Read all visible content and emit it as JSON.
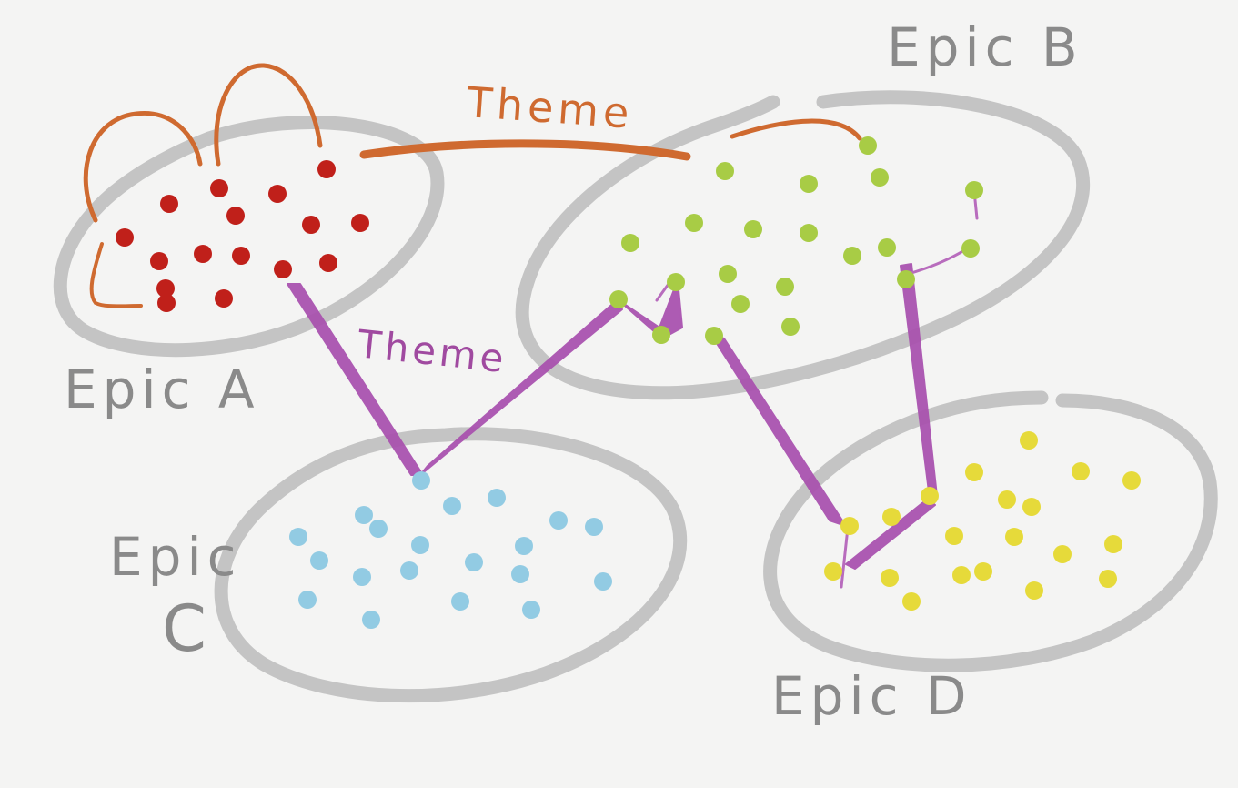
{
  "colors": {
    "background": "#f4f4f3",
    "epic_outline": "#c4c4c4",
    "epic_a_dots": "#c0201a",
    "epic_b_dots": "#a8cc45",
    "epic_c_dots": "#92cbe3",
    "epic_d_dots": "#e6da3a",
    "theme_orange": "#cf6a30",
    "theme_purple": "#a84fae",
    "label_grey": "#8a8a8a"
  },
  "epics": [
    {
      "id": "a",
      "label": "Epic A"
    },
    {
      "id": "b",
      "label": "Epic B"
    },
    {
      "id": "c",
      "label_line1": "Epic",
      "label_line2": "C"
    },
    {
      "id": "d",
      "label": "Epic D"
    }
  ],
  "themes": [
    {
      "id": "orange",
      "label": "Theme"
    },
    {
      "id": "purple",
      "label": "Theme"
    }
  ]
}
